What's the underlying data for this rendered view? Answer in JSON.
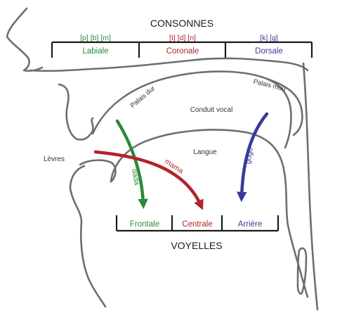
{
  "diagram": {
    "consonants": {
      "title": "CONSONNES",
      "groups": [
        {
          "symbols": "[p] [b] [m]",
          "label": "Labiale",
          "color": "#2a8a3a"
        },
        {
          "symbols": "[t] [d] [n]",
          "label": "Coronale",
          "color": "#b0242a"
        },
        {
          "symbols": "[k] [g]",
          "label": "Dorsale",
          "color": "#3a3a9a"
        }
      ]
    },
    "vowels": {
      "title": "VOYELLES",
      "groups": [
        {
          "label": "Frontale",
          "color": "#2a8a3a"
        },
        {
          "label": "Centrale",
          "color": "#b0242a"
        },
        {
          "label": "Arrière",
          "color": "#3a3a9a"
        }
      ]
    },
    "anatomy": {
      "hard_palate": "Palais dur",
      "soft_palate": "Palais mou",
      "vocal_tract": "Conduit vocal",
      "tongue": "Langue",
      "lips": "Lèvres"
    },
    "arrows": [
      {
        "word": "dada",
        "color": "#2a8a3a"
      },
      {
        "word": "mama",
        "color": "#b0242a"
      },
      {
        "word": "gogo",
        "color": "#3a3a9a"
      }
    ]
  }
}
